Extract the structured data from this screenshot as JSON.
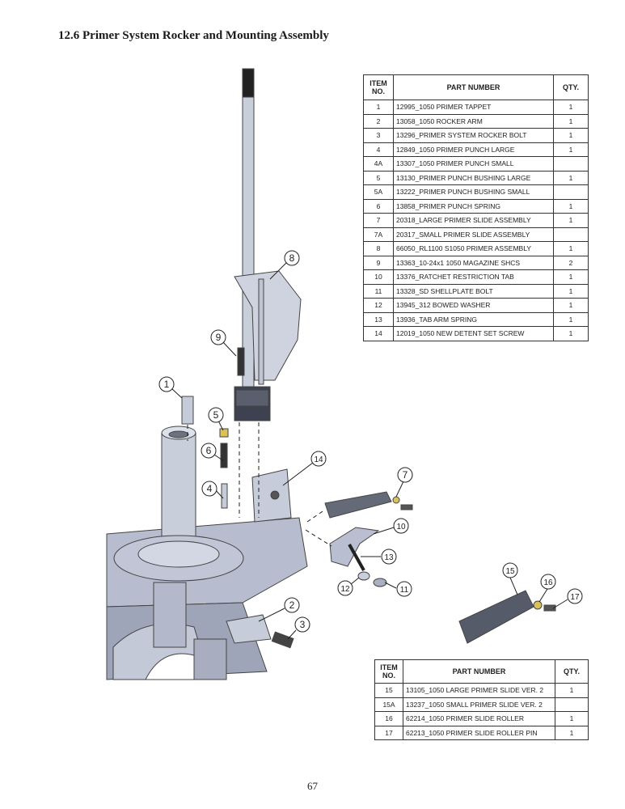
{
  "page": {
    "title": "12.6   Primer System Rocker and Mounting Assembly",
    "page_number": "67"
  },
  "table_main": {
    "headers": [
      "ITEM NO.",
      "PART NUMBER",
      "QTY."
    ],
    "rows": [
      {
        "item": "1",
        "part": "12995_1050 PRIMER TAPPET",
        "qty": "1"
      },
      {
        "item": "2",
        "part": "13058_1050 ROCKER ARM",
        "qty": "1"
      },
      {
        "item": "3",
        "part": "13296_PRIMER SYSTEM ROCKER BOLT",
        "qty": "1"
      },
      {
        "item": "4",
        "part": "12849_1050 PRIMER PUNCH LARGE",
        "qty": "1"
      },
      {
        "item": "4A",
        "part": "13307_1050 PRIMER PUNCH SMALL",
        "qty": ""
      },
      {
        "item": "5",
        "part": "13130_PRIMER PUNCH BUSHING LARGE",
        "qty": "1"
      },
      {
        "item": "5A",
        "part": "13222_PRIMER PUNCH BUSHING SMALL",
        "qty": ""
      },
      {
        "item": "6",
        "part": "13858_PRIMER PUNCH SPRING",
        "qty": "1"
      },
      {
        "item": "7",
        "part": "20318_LARGE PRIMER SLIDE ASSEMBLY",
        "qty": "1"
      },
      {
        "item": "7A",
        "part": "20317_SMALL PRIMER SLIDE ASSEMBLY",
        "qty": ""
      },
      {
        "item": "8",
        "part": "66050_RL1100 S1050 PRIMER ASSEMBLY",
        "qty": "1"
      },
      {
        "item": "9",
        "part": "13363_10-24x1 1050 MAGAZINE SHCS",
        "qty": "2"
      },
      {
        "item": "10",
        "part": "13376_RATCHET RESTRICTION TAB",
        "qty": "1"
      },
      {
        "item": "11",
        "part": "13328_SD SHELLPLATE BOLT",
        "qty": "1"
      },
      {
        "item": "12",
        "part": "13945_312 BOWED WASHER",
        "qty": "1"
      },
      {
        "item": "13",
        "part": "13936_TAB ARM SPRING",
        "qty": "1"
      },
      {
        "item": "14",
        "part": "12019_1050 NEW DETENT SET SCREW",
        "qty": "1"
      }
    ]
  },
  "table_second": {
    "headers": [
      "ITEM NO.",
      "PART NUMBER",
      "QTY."
    ],
    "rows": [
      {
        "item": "15",
        "part": "13105_1050 LARGE PRIMER SLIDE VER. 2",
        "qty": "1"
      },
      {
        "item": "15A",
        "part": "13237_1050 SMALL PRIMER SLIDE VER. 2",
        "qty": ""
      },
      {
        "item": "16",
        "part": "62214_1050 PRIMER SLIDE ROLLER",
        "qty": "1"
      },
      {
        "item": "17",
        "part": "62213_1050 PRIMER SLIDE ROLLER PIN",
        "qty": "1"
      }
    ]
  },
  "callouts": [
    "1",
    "2",
    "3",
    "4",
    "5",
    "6",
    "7",
    "8",
    "9",
    "10",
    "11",
    "12",
    "13",
    "14",
    "15",
    "16",
    "17"
  ],
  "colors": {
    "part_fill": "#b9bfd0",
    "part_dark": "#7a7f8c",
    "line": "#333333",
    "brass": "#d9c25a"
  }
}
